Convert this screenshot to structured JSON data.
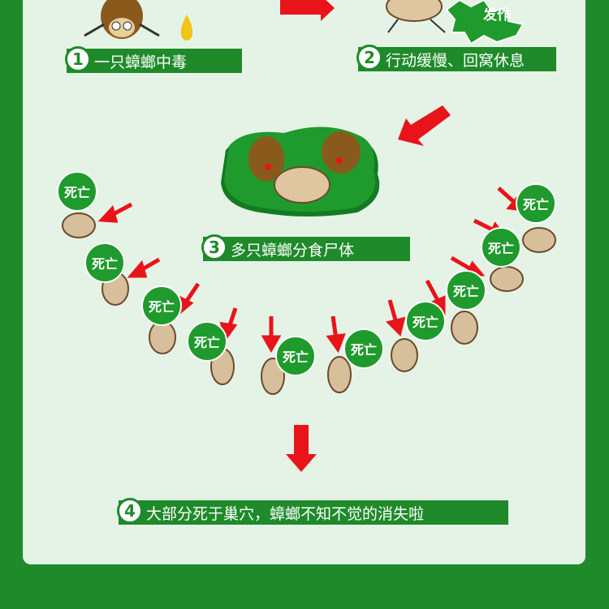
{
  "steps": [
    {
      "num": "1",
      "label": "一只蟑螂中毒"
    },
    {
      "num": "2",
      "label": "行动缓慢、回窝休息"
    },
    {
      "num": "3",
      "label": "多只蟑螂分食尸体"
    },
    {
      "num": "4",
      "label": "大部分死于巢穴，蟑螂不知不觉的消失啦"
    }
  ],
  "star_badge": {
    "text": "发作"
  },
  "dead_label": "死亡",
  "colors": {
    "background": "#1f8a2a",
    "panel": "#e4f3e6",
    "arrow": "#e8141a",
    "badge": "#1f9a2c"
  }
}
